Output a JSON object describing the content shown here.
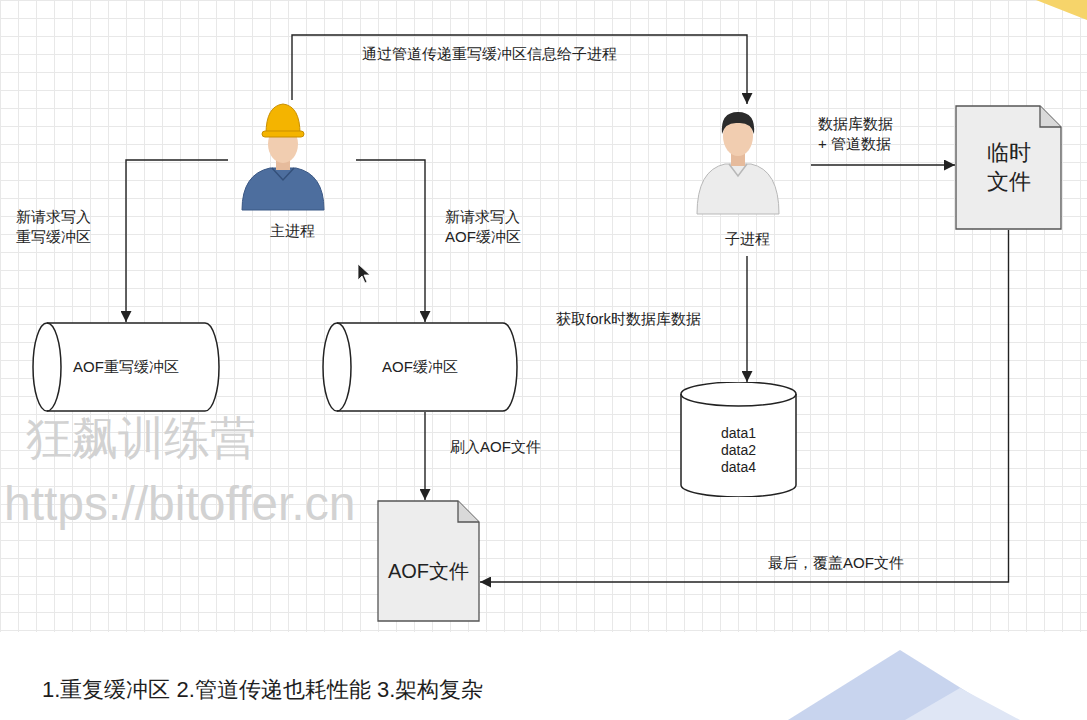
{
  "diagram": {
    "caption": "1.重复缓冲区 2.管道传递也耗性能 3.架构复杂",
    "nodes": [
      {
        "text": [
          "主进程"
        ]
      },
      {
        "text": [
          "子进程"
        ]
      },
      {
        "text": [
          "临时文件"
        ]
      },
      {
        "text": [
          "AOF重写缓冲区"
        ]
      },
      {
        "text": [
          "AOF缓冲区"
        ]
      },
      {
        "text": [
          "data1 data2 data4"
        ]
      },
      {
        "text": [
          "AOF文件"
        ]
      }
    ],
    "edges": [
      {
        "from": 0,
        "to": 1,
        "label": "通过管道传递重写缓冲区信息给子进程",
        "arrow": "to"
      },
      {
        "from": 1,
        "to": 2,
        "label": "数据库数据 + 管道数据",
        "arrow": "to"
      },
      {
        "from": 0,
        "to": 3,
        "label": "新请求写入 重写缓冲区",
        "arrow": "to"
      },
      {
        "from": 0,
        "to": 4,
        "label": "新请求写入 AOF缓冲区",
        "arrow": "to"
      },
      {
        "from": 1,
        "to": 5,
        "label": "获取fork时数据库数据",
        "arrow": "to"
      },
      {
        "from": 4,
        "to": 6,
        "label": "刷入AOF文件",
        "arrow": "to"
      },
      {
        "from": 2,
        "to": 6,
        "label": "最后，覆盖AOF文件",
        "arrow": "to"
      }
    ],
    "labels": [
      "狂飙训练营",
      "https://bitoffer.cn"
    ]
  }
}
